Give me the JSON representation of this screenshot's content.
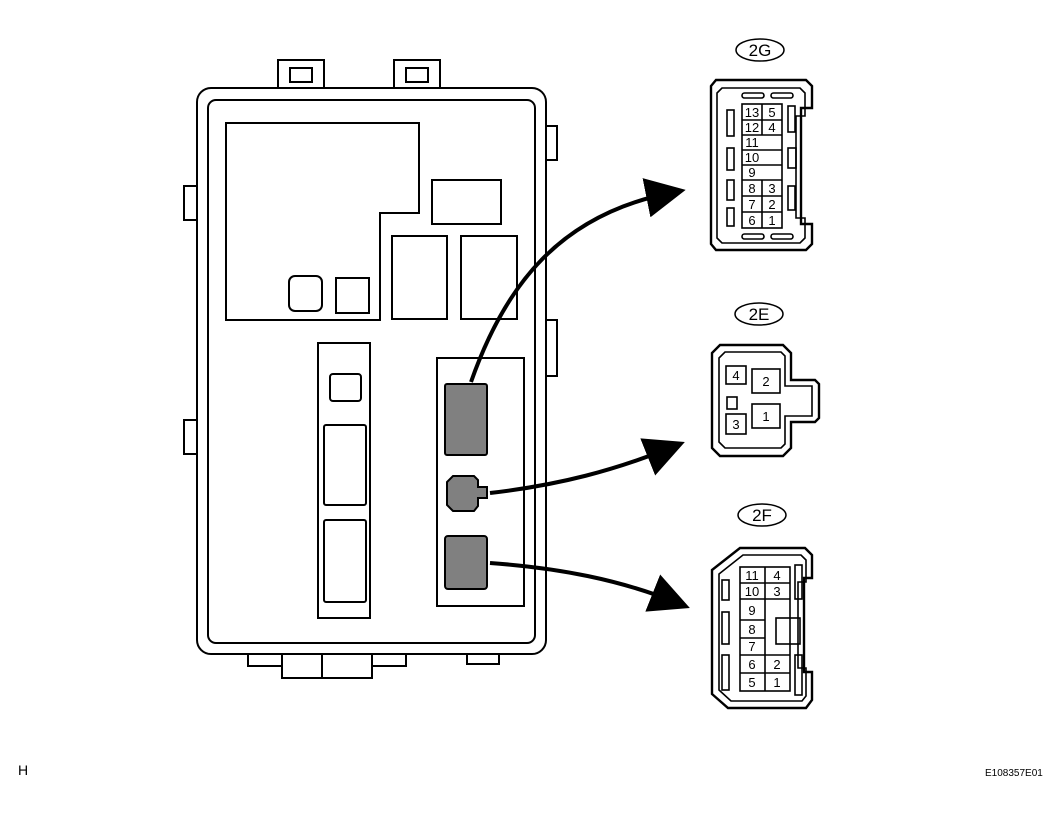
{
  "connectors": {
    "c2g": {
      "label": "2G",
      "pins": [
        "13",
        "5",
        "12",
        "4",
        "11",
        "10",
        "9",
        "8",
        "3",
        "7",
        "2",
        "6",
        "1"
      ]
    },
    "c2e": {
      "label": "2E",
      "pins": [
        "4",
        "2",
        "1",
        "3"
      ]
    },
    "c2f": {
      "label": "2F",
      "pins": [
        "11",
        "4",
        "10",
        "3",
        "9",
        "8",
        "7",
        "6",
        "2",
        "5",
        "1"
      ]
    }
  },
  "footer": {
    "left_code": "H",
    "figure_id": "E108357E01"
  },
  "colors": {
    "line": "#000000",
    "highlight": "#808080",
    "background": "#ffffff"
  }
}
